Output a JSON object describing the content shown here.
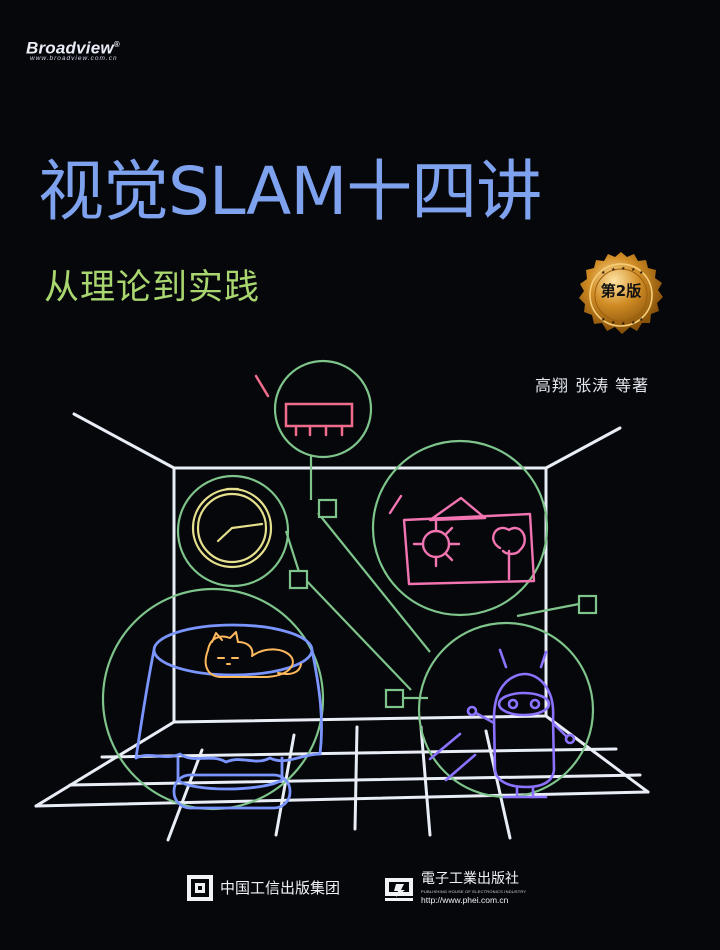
{
  "brand": {
    "name": "Broadview",
    "registered_mark": "®",
    "url": "www.broadview.com.cn"
  },
  "title": "视觉SLAM十四讲",
  "subtitle": "从理论到实践",
  "edition_badge": "第2版",
  "authors": "高翔  张涛  等著",
  "publishers": {
    "publisher_a": "中国工信出版集团",
    "publisher_b_name": "電子工業出版社",
    "publisher_b_english": "PUBLISHING HOUSE OF ELECTRONICS INDUSTRY",
    "publisher_b_url": "http://www.phei.com.cn"
  },
  "colors": {
    "background": "#05070b",
    "title": "#7ea2ee",
    "subtitle": "#a9d66f",
    "room_lines": "#e9edf6",
    "circle_lines": "#7ec48b",
    "clock": "#e6df8d",
    "air_conditioner": "#ef6c8c",
    "frame": "#f274b1",
    "table": "#7b95ff",
    "robot": "#8b72ff",
    "cat": "#ffb95d",
    "badge_gold": "#c8881b"
  },
  "icons": {
    "pub_a": "publisher-logo-icon",
    "pub_b": "electronics-industry-logo-icon",
    "badge": "gold-seal-icon"
  }
}
